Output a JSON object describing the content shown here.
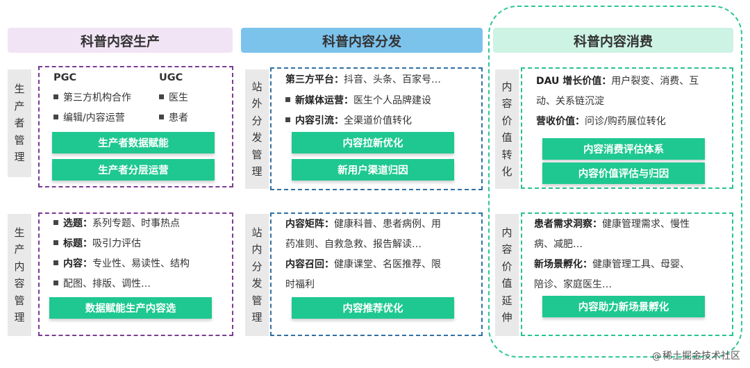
{
  "columns": {
    "production": {
      "header": "科普内容生产"
    },
    "distribution": {
      "header": "科普内容分发"
    },
    "consumption": {
      "header": "科普内容消费"
    }
  },
  "colors": {
    "production_header_bg": "#f1e4f5",
    "distribution_header_bg": "#7cc3ec",
    "consumption_header_bg": "#cdf3e5",
    "button_green": "#1ec890",
    "purple_dash": "#7b3a93",
    "blue_dash": "#2f6fa3",
    "green_dash": "#27c48b"
  },
  "production": {
    "block1": {
      "side": [
        "生",
        "产",
        "者",
        "管",
        "理"
      ],
      "pgc": {
        "title": "PGC",
        "items": [
          "第三方机构合作",
          "编辑/内容运营"
        ]
      },
      "ugc": {
        "title": "UGC",
        "items": [
          "医生",
          "患者"
        ]
      },
      "buttons": [
        "生产者数据赋能",
        "生产者分层运营"
      ]
    },
    "block2": {
      "side": [
        "生",
        "产",
        "内",
        "容",
        "管",
        "理"
      ],
      "items": [
        {
          "key": "选题：",
          "text": "系列专题、时事热点"
        },
        {
          "key": "标题：",
          "text": "吸引力评估"
        },
        {
          "key": "内容：",
          "text": "专业性、易读性、结构"
        },
        {
          "key": "",
          "text": "配图、排版、调性…"
        }
      ],
      "button": "数据赋能生产内容选"
    }
  },
  "distribution": {
    "block1": {
      "side": [
        "站",
        "外",
        "分",
        "发",
        "管",
        "理"
      ],
      "items": [
        {
          "bullet": false,
          "key": "第三方平台：",
          "text": "抖音、头条、百家号…"
        },
        {
          "bullet": true,
          "key": "新媒体运营：",
          "text": "医生个人品牌建设"
        },
        {
          "bullet": true,
          "key": "内容引流：",
          "text": "全渠道价值转化"
        }
      ],
      "buttons": [
        "内容拉新优化",
        "新用户渠道归因"
      ]
    },
    "block2": {
      "side": [
        "站",
        "内",
        "分",
        "发",
        "管",
        "理"
      ],
      "lines": [
        {
          "key": "内容矩阵：",
          "text": "健康科普、患者病例、用"
        },
        {
          "key": "",
          "text": "药准则、自救急救、报告解读…"
        },
        {
          "key": "内容召回：",
          "text": "健康课堂、名医推荐、限"
        },
        {
          "key": "",
          "text": "时福利"
        }
      ],
      "button": "内容推荐优化"
    }
  },
  "consumption": {
    "block1": {
      "side": [
        "内",
        "容",
        "价",
        "值",
        "转",
        "化"
      ],
      "lines": [
        {
          "key": "DAU 增长价值：",
          "text": "用户裂变、消费、互"
        },
        {
          "key": "",
          "text": "动、关系链沉淀"
        },
        {
          "key": "营收价值：",
          "text": "问诊/购药展位转化"
        }
      ],
      "buttons": [
        "内容消费评估体系",
        "内容价值评估与归因"
      ]
    },
    "block2": {
      "side": [
        "内",
        "容",
        "价",
        "值",
        "延",
        "伸"
      ],
      "lines": [
        {
          "key": "患者需求洞察：",
          "text": "健康管理需求、慢性"
        },
        {
          "key": "",
          "text": "病、减肥…"
        },
        {
          "key": "新场景孵化：",
          "text": "健康管理工具、母婴、"
        },
        {
          "key": "",
          "text": "陪诊、家庭医生…"
        }
      ],
      "button": "内容助力新场景孵化"
    }
  },
  "watermark": {
    "icon": "@",
    "text": "稀土掘金技术社区"
  }
}
